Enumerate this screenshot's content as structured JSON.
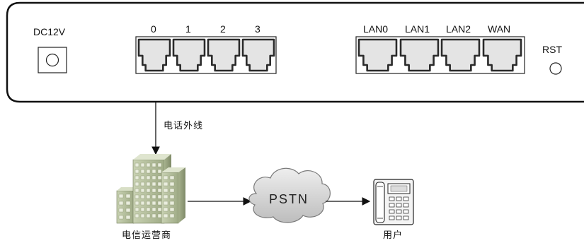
{
  "device": {
    "power_label": "DC12V",
    "phone_ports": [
      "0",
      "1",
      "2",
      "3"
    ],
    "network_ports": [
      "LAN0",
      "LAN1",
      "LAN2",
      "WAN"
    ],
    "reset_label": "RST"
  },
  "diagram": {
    "line_label": "电话外线",
    "carrier_label": "电信运营商",
    "network_label": "PSTN",
    "user_label": "用户"
  },
  "icons": {
    "carrier": "building-icon",
    "network": "cloud-icon",
    "user": "telephone-icon"
  },
  "colors": {
    "stroke": "#111111",
    "port_fill": "#e4e4e4",
    "cloud_fill": "#d6d6d6",
    "building_fill": "#b9c3a3"
  }
}
